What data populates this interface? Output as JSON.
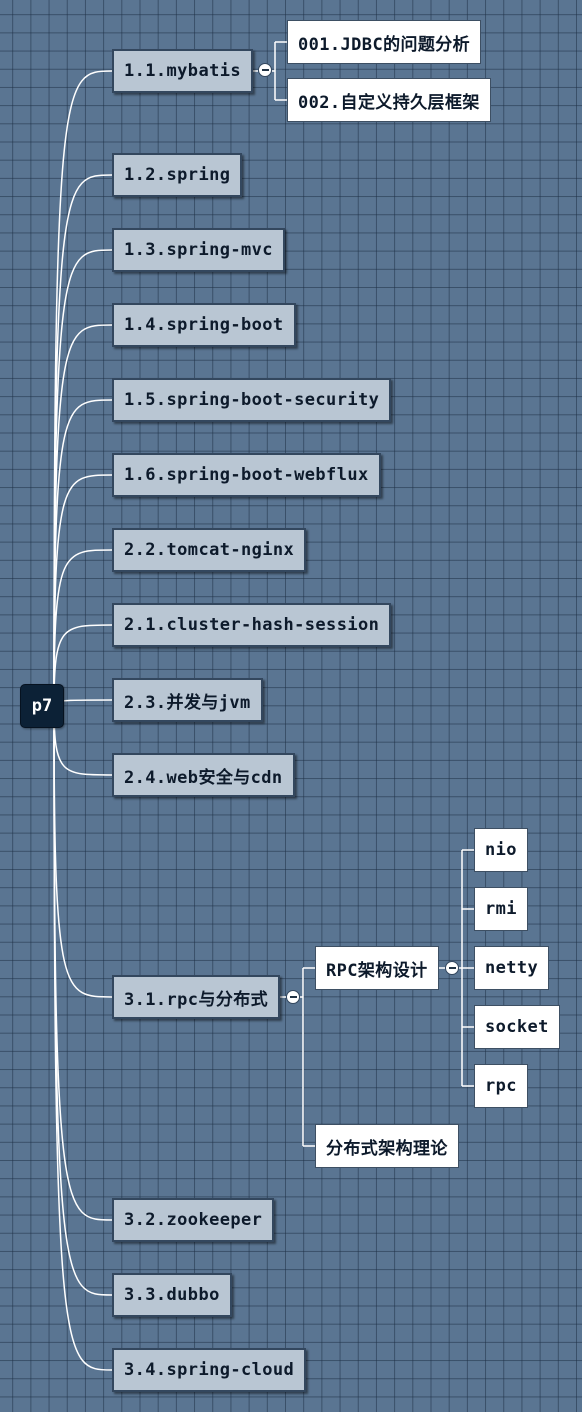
{
  "root": {
    "label": "p7"
  },
  "branches": [
    {
      "label": "1.1.mybatis",
      "collapsible": true,
      "children": [
        {
          "label": "001.JDBC的问题分析"
        },
        {
          "label": "002.自定义持久层框架"
        }
      ]
    },
    {
      "label": "1.2.spring"
    },
    {
      "label": "1.3.spring-mvc"
    },
    {
      "label": "1.4.spring-boot"
    },
    {
      "label": "1.5.spring-boot-security"
    },
    {
      "label": "1.6.spring-boot-webflux"
    },
    {
      "label": "2.2.tomcat-nginx"
    },
    {
      "label": "2.1.cluster-hash-session"
    },
    {
      "label": "2.3.并发与jvm"
    },
    {
      "label": "2.4.web安全与cdn"
    },
    {
      "label": "3.1.rpc与分布式",
      "collapsible": true,
      "children": [
        {
          "label": "RPC架构设计",
          "collapsible": true,
          "children": [
            {
              "label": "nio"
            },
            {
              "label": "rmi"
            },
            {
              "label": "netty"
            },
            {
              "label": "socket"
            },
            {
              "label": "rpc"
            }
          ]
        },
        {
          "label": "分布式架构理论"
        }
      ]
    },
    {
      "label": "3.2.zookeeper"
    },
    {
      "label": "3.3.dubbo"
    },
    {
      "label": "3.4.spring-cloud"
    }
  ],
  "colors": {
    "background": "#5a7592",
    "edge": "#ffffff",
    "root_fill": "#0c2136",
    "branch_fill": "#b9c6d3",
    "leaf_fill": "#ffffff"
  }
}
